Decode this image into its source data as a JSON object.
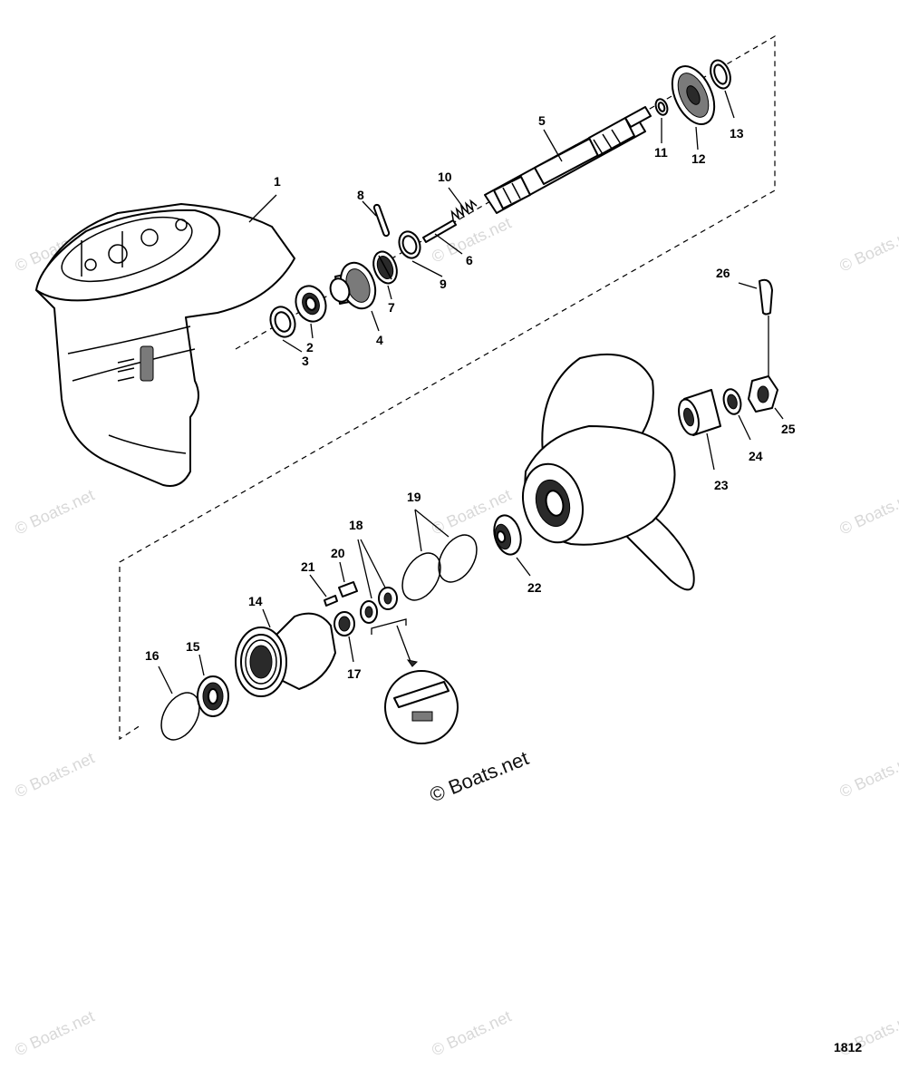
{
  "callouts": {
    "c1": "1",
    "c2": "2",
    "c3": "3",
    "c4": "4",
    "c5": "5",
    "c6": "6",
    "c7": "7",
    "c8": "8",
    "c9": "9",
    "c10": "10",
    "c11": "11",
    "c12": "12",
    "c13": "13",
    "c14": "14",
    "c15": "15",
    "c16": "16",
    "c17": "17",
    "c18": "18",
    "c19": "19",
    "c20": "20",
    "c21": "21",
    "c22": "22",
    "c23": "23",
    "c24": "24",
    "c25": "25",
    "c26": "26"
  },
  "watermark": {
    "main": "© Boats.net",
    "faint": "© Boats.net"
  },
  "diagram_number": "1812"
}
